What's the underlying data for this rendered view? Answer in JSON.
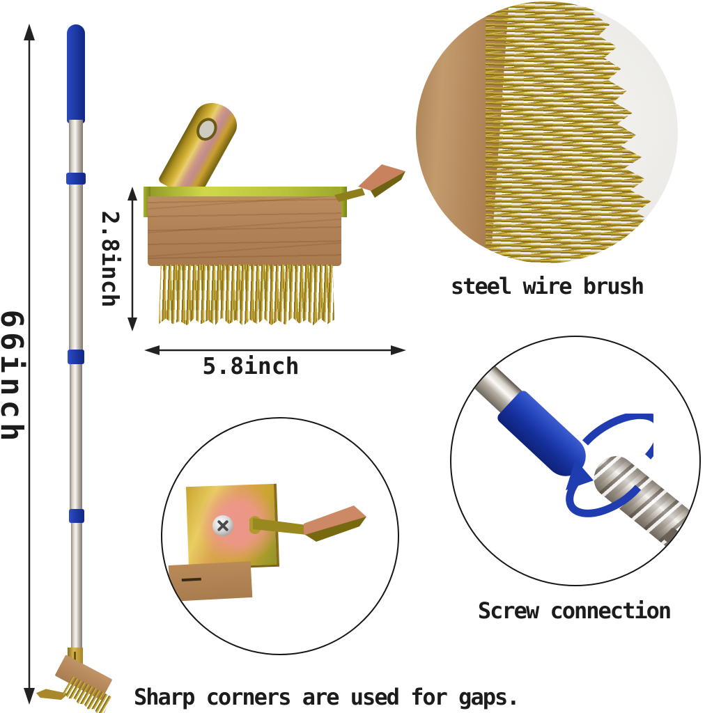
{
  "product": {
    "dimension_labels": {
      "handle_length": "66inch",
      "head_height": "2.8inch",
      "head_width": "5.8inch"
    },
    "callouts": {
      "wire_brush": "steel wire brush",
      "screw_connection": "Screw connection"
    },
    "caption": "Sharp corners are used for gaps."
  },
  "icons": {
    "length_arrow": "double-headed-vertical-arrow",
    "height_arrow": "double-headed-vertical-arrow",
    "width_arrow": "double-headed-horizontal-arrow",
    "rotation_arrow": "curved-rotation-arrow"
  },
  "colors": {
    "background": "#ffffff",
    "annotation_text": "#1c1c1c",
    "dimension_lines": "#222222",
    "grip_blue": "#1d3aa8",
    "rotation_arrow_blue": "#1f3db0",
    "pole_silver": "#d8d3ca",
    "brass_gold": "#c9a227",
    "brass_pink": "#df9490",
    "wood_tan": "#b2825a",
    "bristle_gold": "#a98e2f",
    "circle_outline": "#161616"
  }
}
